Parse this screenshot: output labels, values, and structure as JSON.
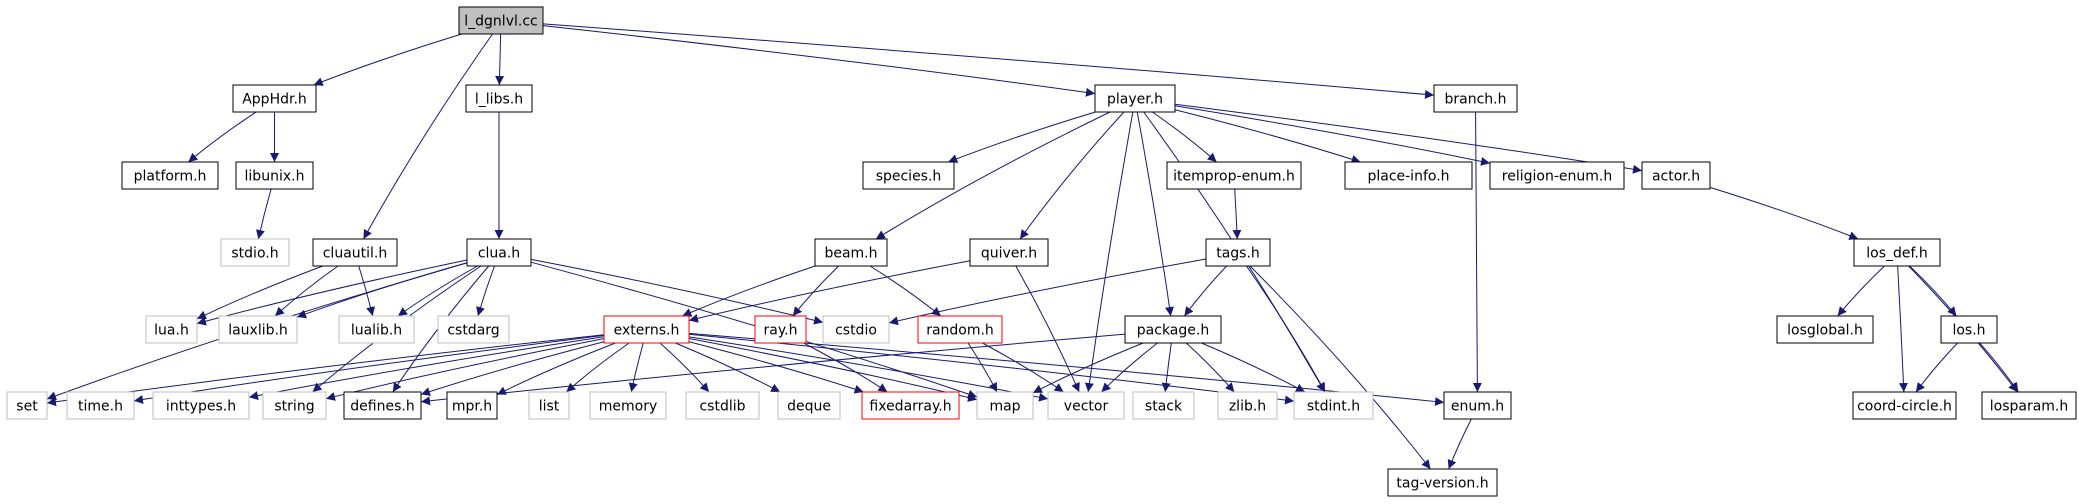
{
  "diagram": {
    "nodes": [
      {
        "id": "root",
        "label": "l_dgnlvl.cc",
        "style": "root"
      },
      {
        "id": "apphdr",
        "label": "AppHdr.h",
        "style": "normal"
      },
      {
        "id": "l_libs",
        "label": "l_libs.h",
        "style": "normal"
      },
      {
        "id": "player",
        "label": "player.h",
        "style": "normal"
      },
      {
        "id": "branch",
        "label": "branch.h",
        "style": "normal"
      },
      {
        "id": "platform",
        "label": "platform.h",
        "style": "normal"
      },
      {
        "id": "libunix",
        "label": "libunix.h",
        "style": "normal"
      },
      {
        "id": "species",
        "label": "species.h",
        "style": "normal"
      },
      {
        "id": "itemprop",
        "label": "itemprop-enum.h",
        "style": "normal"
      },
      {
        "id": "placeinfo",
        "label": "place-info.h",
        "style": "normal"
      },
      {
        "id": "religion",
        "label": "religion-enum.h",
        "style": "normal"
      },
      {
        "id": "actor",
        "label": "actor.h",
        "style": "normal"
      },
      {
        "id": "stdio_h",
        "label": "stdio.h",
        "style": "system"
      },
      {
        "id": "cluautil",
        "label": "cluautil.h",
        "style": "normal"
      },
      {
        "id": "clua",
        "label": "clua.h",
        "style": "normal"
      },
      {
        "id": "beam",
        "label": "beam.h",
        "style": "normal"
      },
      {
        "id": "quiver",
        "label": "quiver.h",
        "style": "normal"
      },
      {
        "id": "tags",
        "label": "tags.h",
        "style": "normal"
      },
      {
        "id": "los_def",
        "label": "los_def.h",
        "style": "normal"
      },
      {
        "id": "lua",
        "label": "lua.h",
        "style": "system"
      },
      {
        "id": "lauxlib",
        "label": "lauxlib.h",
        "style": "system"
      },
      {
        "id": "lualib",
        "label": "lualib.h",
        "style": "system"
      },
      {
        "id": "cstdarg",
        "label": "cstdarg",
        "style": "system"
      },
      {
        "id": "externs",
        "label": "externs.h",
        "style": "truncated"
      },
      {
        "id": "ray",
        "label": "ray.h",
        "style": "truncated"
      },
      {
        "id": "cstdio",
        "label": "cstdio",
        "style": "system"
      },
      {
        "id": "random",
        "label": "random.h",
        "style": "truncated"
      },
      {
        "id": "package",
        "label": "package.h",
        "style": "normal"
      },
      {
        "id": "losglobal",
        "label": "losglobal.h",
        "style": "normal"
      },
      {
        "id": "los",
        "label": "los.h",
        "style": "normal"
      },
      {
        "id": "set",
        "label": "set",
        "style": "system"
      },
      {
        "id": "time",
        "label": "time.h",
        "style": "system"
      },
      {
        "id": "inttypes",
        "label": "inttypes.h",
        "style": "system"
      },
      {
        "id": "string",
        "label": "string",
        "style": "system"
      },
      {
        "id": "defines",
        "label": "defines.h",
        "style": "normal"
      },
      {
        "id": "mpr",
        "label": "mpr.h",
        "style": "normal"
      },
      {
        "id": "list",
        "label": "list",
        "style": "system"
      },
      {
        "id": "memory",
        "label": "memory",
        "style": "system"
      },
      {
        "id": "cstdlib",
        "label": "cstdlib",
        "style": "system"
      },
      {
        "id": "deque",
        "label": "deque",
        "style": "system"
      },
      {
        "id": "fixedarray",
        "label": "fixedarray.h",
        "style": "truncated"
      },
      {
        "id": "map",
        "label": "map",
        "style": "system"
      },
      {
        "id": "vector",
        "label": "vector",
        "style": "system"
      },
      {
        "id": "stack",
        "label": "stack",
        "style": "system"
      },
      {
        "id": "zlib",
        "label": "zlib.h",
        "style": "system"
      },
      {
        "id": "stdint",
        "label": "stdint.h",
        "style": "system"
      },
      {
        "id": "enum",
        "label": "enum.h",
        "style": "normal"
      },
      {
        "id": "coordcircle",
        "label": "coord-circle.h",
        "style": "normal"
      },
      {
        "id": "losparam",
        "label": "losparam.h",
        "style": "normal"
      },
      {
        "id": "tagversion",
        "label": "tag-version.h",
        "style": "normal"
      }
    ],
    "edges": [
      [
        "root",
        "apphdr"
      ],
      [
        "root",
        "l_libs"
      ],
      [
        "root",
        "cluautil"
      ],
      [
        "root",
        "player"
      ],
      [
        "root",
        "branch"
      ],
      [
        "apphdr",
        "platform"
      ],
      [
        "apphdr",
        "libunix"
      ],
      [
        "libunix",
        "stdio_h"
      ],
      [
        "l_libs",
        "clua"
      ],
      [
        "cluautil",
        "lua"
      ],
      [
        "cluautil",
        "lauxlib"
      ],
      [
        "cluautil",
        "lualib"
      ],
      [
        "clua",
        "lua"
      ],
      [
        "clua",
        "lauxlib"
      ],
      [
        "clua",
        "lualib"
      ],
      [
        "clua",
        "cstdarg"
      ],
      [
        "clua",
        "cstdio"
      ],
      [
        "clua",
        "string"
      ],
      [
        "clua",
        "defines"
      ],
      [
        "clua",
        "set"
      ],
      [
        "clua",
        "map"
      ],
      [
        "player",
        "species"
      ],
      [
        "player",
        "beam"
      ],
      [
        "player",
        "quiver"
      ],
      [
        "player",
        "itemprop"
      ],
      [
        "player",
        "placeinfo"
      ],
      [
        "player",
        "religion"
      ],
      [
        "player",
        "actor"
      ],
      [
        "player",
        "package"
      ],
      [
        "player",
        "vector"
      ],
      [
        "player",
        "stdint"
      ],
      [
        "branch",
        "enum"
      ],
      [
        "itemprop",
        "tags"
      ],
      [
        "tags",
        "cstdio"
      ],
      [
        "tags",
        "package"
      ],
      [
        "tags",
        "stdint"
      ],
      [
        "tags",
        "tagversion"
      ],
      [
        "actor",
        "los_def"
      ],
      [
        "los_def",
        "losglobal"
      ],
      [
        "los_def",
        "los"
      ],
      [
        "los_def",
        "coordcircle"
      ],
      [
        "los_def",
        "losparam"
      ],
      [
        "los",
        "coordcircle"
      ],
      [
        "los",
        "losparam"
      ],
      [
        "beam",
        "externs"
      ],
      [
        "beam",
        "ray"
      ],
      [
        "beam",
        "random"
      ],
      [
        "quiver",
        "externs"
      ],
      [
        "quiver",
        "vector"
      ],
      [
        "random",
        "map"
      ],
      [
        "random",
        "vector"
      ],
      [
        "ray",
        "fixedarray"
      ],
      [
        "externs",
        "set"
      ],
      [
        "externs",
        "time"
      ],
      [
        "externs",
        "inttypes"
      ],
      [
        "externs",
        "string"
      ],
      [
        "externs",
        "defines"
      ],
      [
        "externs",
        "mpr"
      ],
      [
        "externs",
        "list"
      ],
      [
        "externs",
        "memory"
      ],
      [
        "externs",
        "cstdlib"
      ],
      [
        "externs",
        "deque"
      ],
      [
        "externs",
        "fixedarray"
      ],
      [
        "externs",
        "map"
      ],
      [
        "externs",
        "vector"
      ],
      [
        "externs",
        "stdint"
      ],
      [
        "externs",
        "enum"
      ],
      [
        "package",
        "map"
      ],
      [
        "package",
        "vector"
      ],
      [
        "package",
        "stack"
      ],
      [
        "package",
        "zlib"
      ],
      [
        "package",
        "stdint"
      ],
      [
        "package",
        "defines"
      ],
      [
        "enum",
        "tagversion"
      ]
    ]
  },
  "colors": {
    "edge": "#191970",
    "node_border": "#000000",
    "system_border": "#bfbfbf",
    "truncated_border": "#ff0000",
    "root_fill": "#bfbfbf",
    "text": "#000000",
    "system_text": "#000000"
  }
}
